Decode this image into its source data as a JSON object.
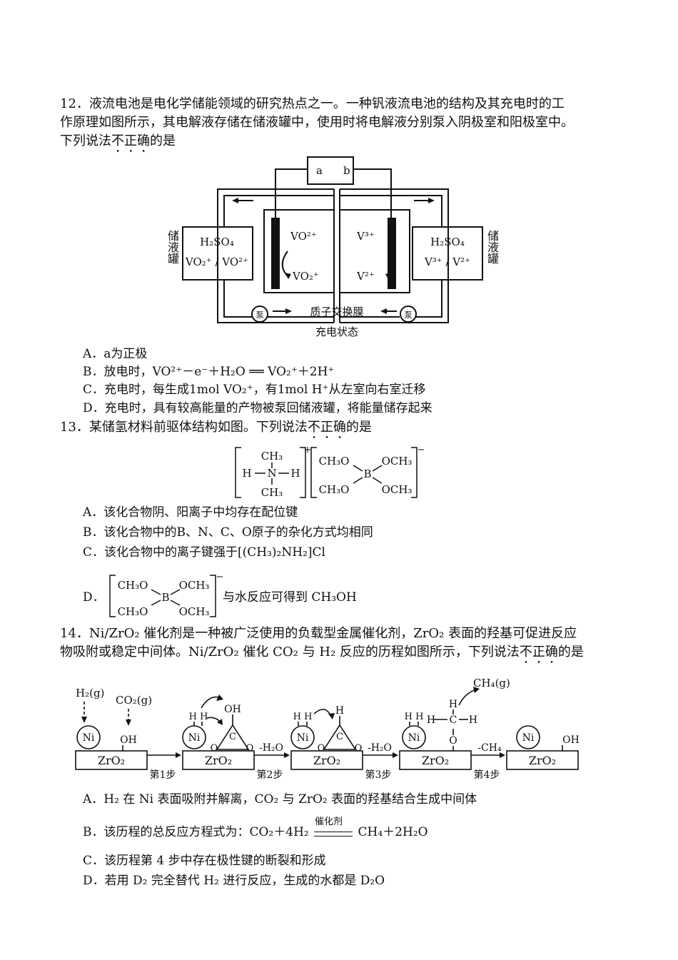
{
  "q12": {
    "stem_line1": "12．液流电池是电化学储能领域的研究热点之一。一种钒液流电池的结构及其充电时的工",
    "stem_line2": "作原理如图所示，其电解液存储在储液罐中，使用时将电解液分别泵入阴极室和阳极室中。",
    "stem_line3_pre": "下列说法",
    "stem_line3_emph": "不正确",
    "stem_line3_post": "的是",
    "diagram": {
      "terminal_a": "a",
      "terminal_b": "b",
      "tank_left_label": "储液罐",
      "tank_left_l1": "H₂SO₄",
      "tank_left_l2": "VO₂⁺ / VO²⁺",
      "tank_right_label": "储液罐",
      "tank_right_l1": "H₂SO₄",
      "tank_right_l2": "V³⁺ / V²⁺",
      "left_top_species": "VO²⁺",
      "left_bottom_species": "VO₂⁺",
      "right_top_species": "V³⁺",
      "right_bottom_species": "V²⁺",
      "pump": "泵",
      "membrane": "质子交换膜",
      "state": "充电状态"
    },
    "options": {
      "A": "A．a为正极",
      "B": "B．放电时，VO²⁺－e⁻＋H₂O ══ VO₂⁺＋2H⁺",
      "C": "C．充电时，每生成1mol VO₂⁺，有1mol H⁺从左室向右室迁移",
      "D": "D．充电时，具有较高能量的产物被泵回储液罐，将能量储存起来"
    }
  },
  "q13": {
    "stem_pre": "13．某储氢材料前驱体结构如图。下列说法",
    "stem_emph": "不正确",
    "stem_post": "的是",
    "structure": {
      "ch3": "CH₃",
      "h": "H",
      "n": "N",
      "b": "B",
      "ch3o": "CH₃O",
      "och3": "OCH₃",
      "plus": "+",
      "minus": "−"
    },
    "options": {
      "A": "A．该化合物阴、阳离子中均存在配位键",
      "B": "B．该化合物中的B、N、C、O原子的杂化方式均相同",
      "C": "C．该化合物中的离子键强于[(CH₃)₂NH₂]Cl",
      "D_label": "D．",
      "D_text": "与水反应可得到 CH₃OH"
    }
  },
  "q14": {
    "stem_line1": "14．Ni/ZrO₂ 催化剂是一种被广泛使用的负载型金属催化剂，ZrO₂ 表面的羟基可促进反应",
    "stem_line2_pre": "物吸附或稳定中间体。Ni/ZrO₂ 催化 CO₂ 与 H₂ 反应的历程如图所示，下列说法",
    "stem_line2_emph": "不正确",
    "stem_line2_post": "的是",
    "diagram": {
      "h2g": "H₂(g)",
      "co2g": "CO₂(g)",
      "ch4g": "CH₄(g)",
      "support": "ZrO₂",
      "ni": "Ni",
      "oh": "OH",
      "step1": "第1步",
      "step2": "第2步",
      "step3": "第3步",
      "step4": "第4步",
      "minus_h2o": "-H₂O",
      "minus_ch4": "-CH₄",
      "hh": "H H",
      "h": "H",
      "c": "C",
      "o": "O"
    },
    "options": {
      "A": "A．H₂ 在 Ni 表面吸附并解离，CO₂ 与 ZrO₂ 表面的羟基结合生成中间体",
      "B_pre": "B．该历程的总反应方程式为：CO₂＋4H₂",
      "B_cond": "催化剂",
      "B_post": "CH₄＋2H₂O",
      "C": "C．该历程第 4 步中存在极性键的断裂和形成",
      "D": "D．若用 D₂ 完全替代 H₂ 进行反应，生成的水都是 D₂O"
    }
  }
}
